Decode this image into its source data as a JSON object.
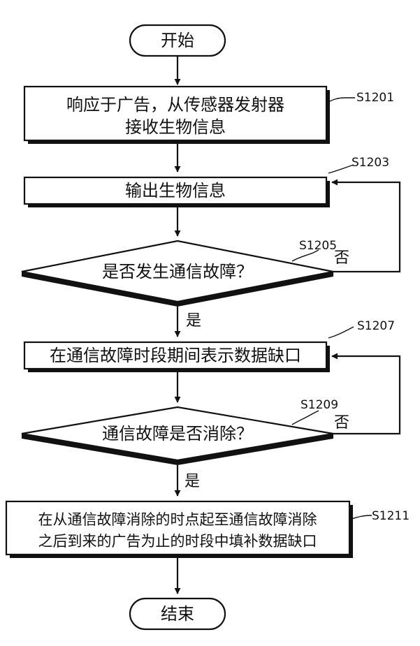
{
  "nodes": {
    "start": {
      "text": "开始"
    },
    "s1201": {
      "line1": "响应于广告，从传感器发射器",
      "line2": "接收生物信息",
      "step": "S1201"
    },
    "s1203": {
      "text": "输出生物信息",
      "step": "S1203"
    },
    "s1205": {
      "text": "是否发生通信故障？",
      "step": "S1205"
    },
    "s1207": {
      "text": "在通信故障时段期间表示数据缺口",
      "step": "S1207"
    },
    "s1209": {
      "text": "通信故障是否消除？",
      "step": "S1209"
    },
    "s1211": {
      "line1": "在从通信故障消除的时点起至通信故障消除",
      "line2": "之后到来的广告为止的时段中填补数据缺口",
      "step": "S1211"
    },
    "end": {
      "text": "结束"
    }
  },
  "edges": {
    "s1205_yes": "是",
    "s1205_no": "否",
    "s1209_yes": "是",
    "s1209_no": "否"
  }
}
